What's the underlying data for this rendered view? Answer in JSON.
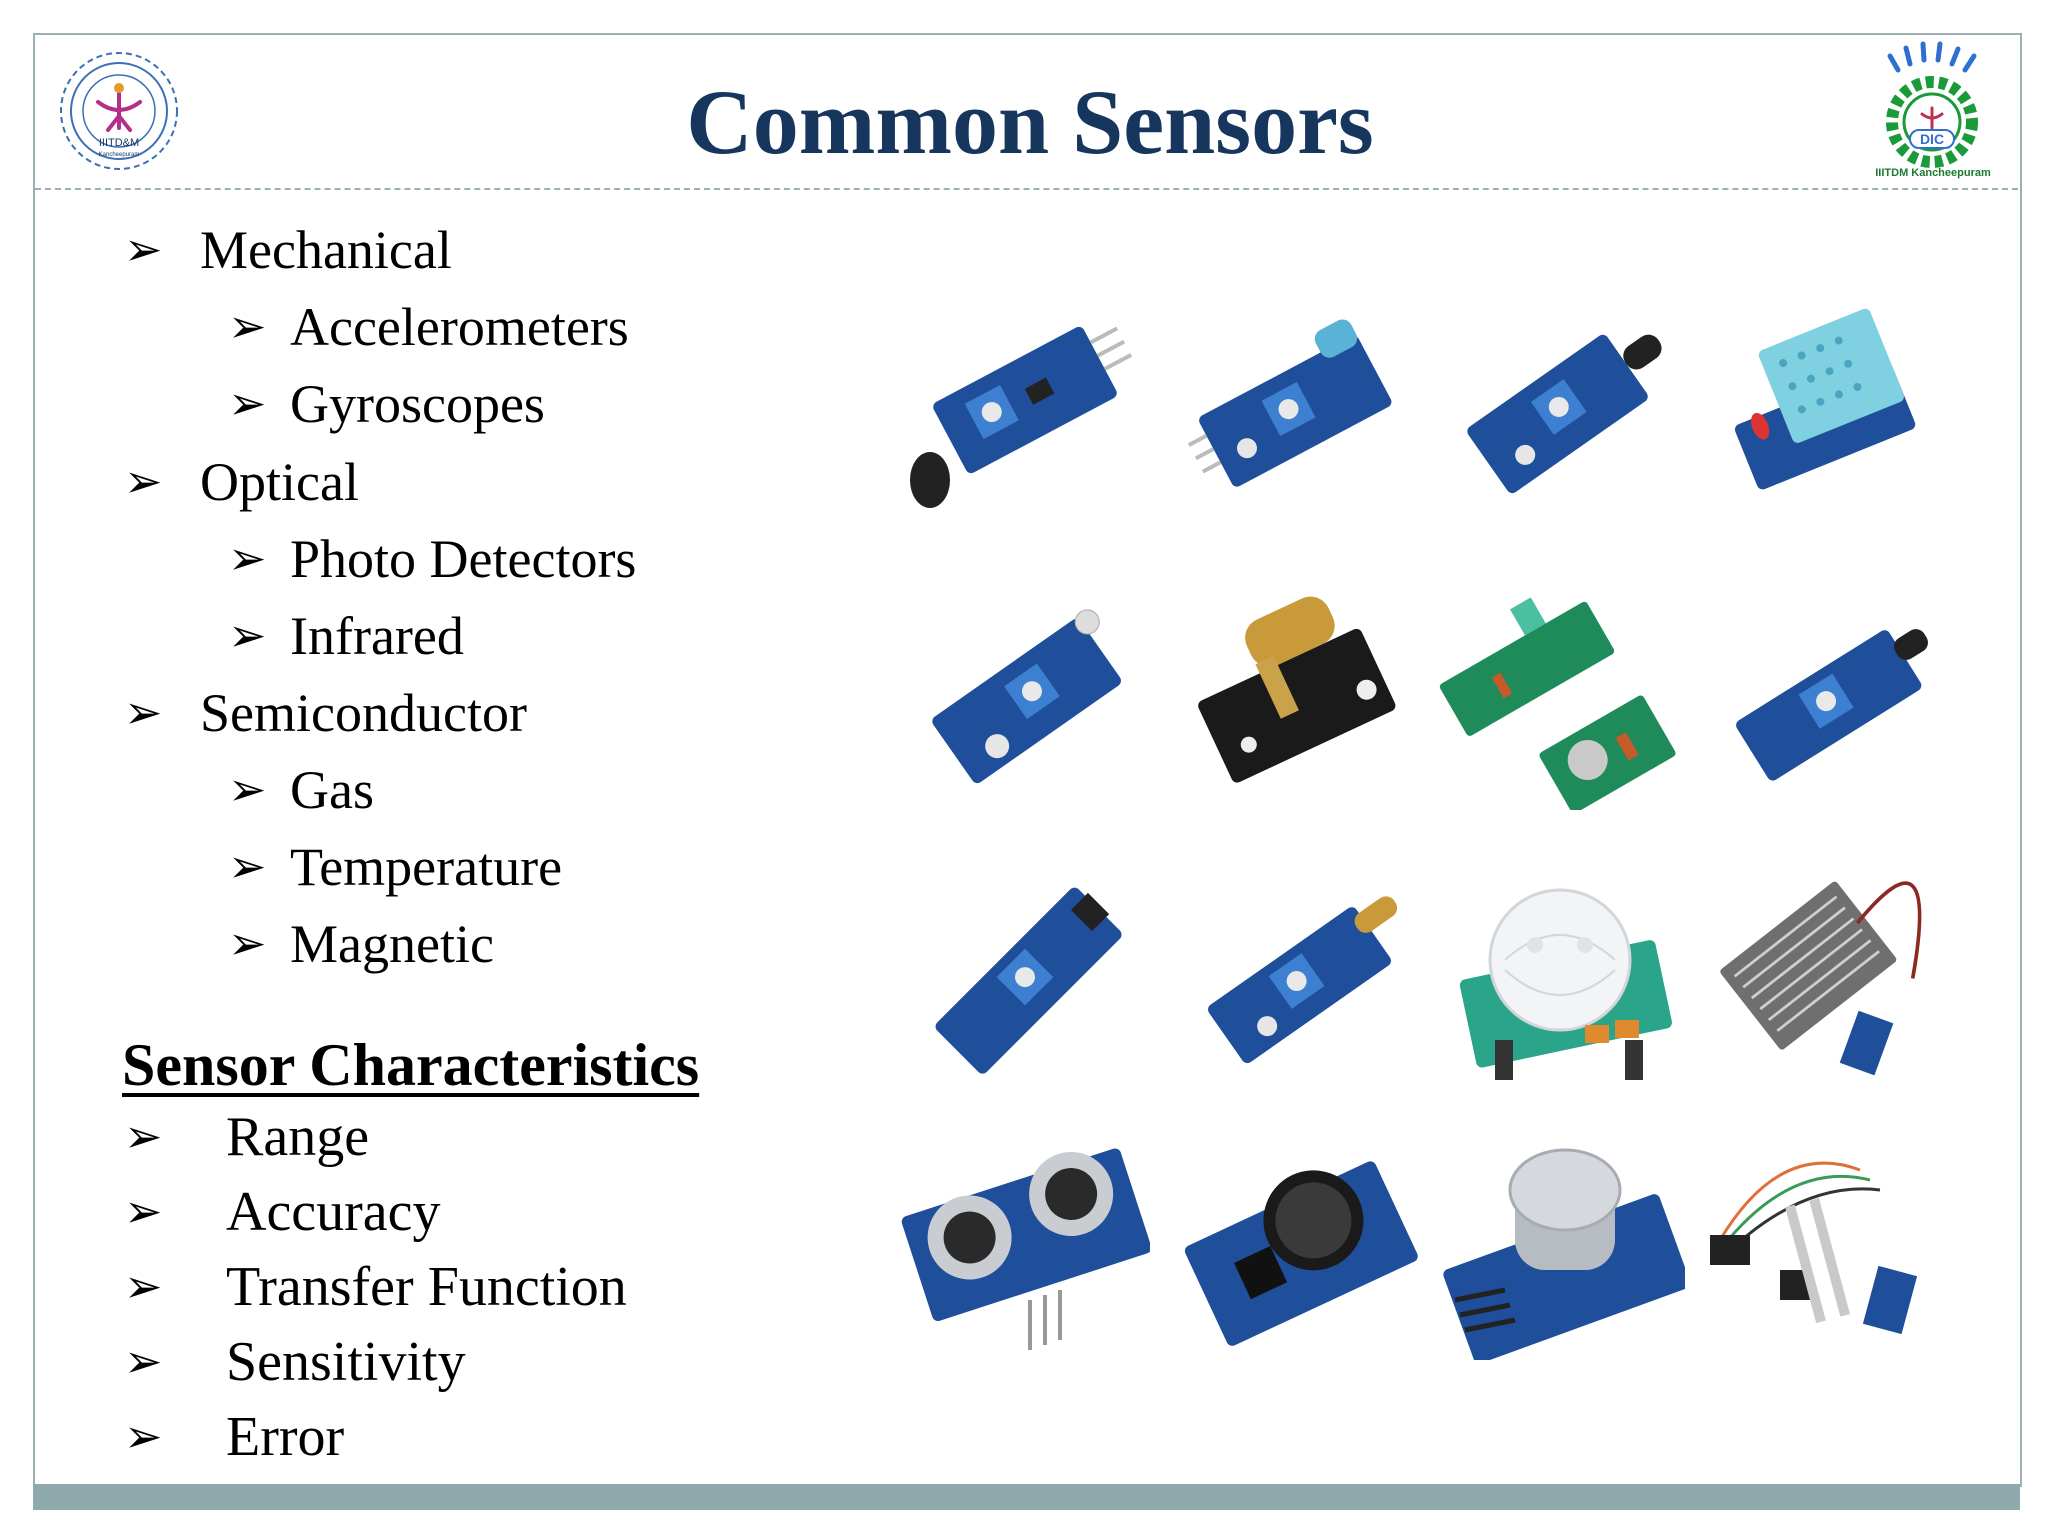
{
  "slide": {
    "title": "Common Sensors",
    "left_logo_text": "IIITD&M",
    "left_logo_subtext": "Kancheepuram",
    "right_logo_text": "DIC",
    "right_logo_subtext": "IIITDM Kancheepuram"
  },
  "colors": {
    "title": "#17365d",
    "frame": "#9ab0b3",
    "footer": "#8faaac",
    "pcb_blue": "#1f4f9a",
    "pcb_green": "#1f8a5a"
  },
  "sensor_types": [
    {
      "bullet": "➢",
      "label": "Mechanical",
      "children": [
        "Accelerometers",
        "Gyroscopes"
      ]
    },
    {
      "bullet": "➢",
      "label": "Optical",
      "children": [
        "Photo Detectors",
        "Infrared"
      ]
    },
    {
      "bullet": "➢",
      "label": "Semiconductor",
      "children": [
        "Gas",
        "Temperature",
        "Magnetic"
      ]
    }
  ],
  "characteristics": {
    "heading": "Sensor Characteristics",
    "items": [
      "Range",
      "Accuracy",
      "Transfer Function",
      "Sensitivity",
      "Error"
    ]
  },
  "sensor_modules": [
    "sound-sensor-module",
    "tilt-switch-module",
    "flame-sensor-module",
    "dht11-module",
    "photoresistor-module",
    "laser-module",
    "rf-receiver-transmitter-pair",
    "ir-sensor-module",
    "tracking-sensor-module",
    "vibration-sensor-module",
    "pir-motion-sensor",
    "rain-sensor-module",
    "ultrasonic-sensor",
    "rtc-module",
    "gas-sensor-module",
    "soil-moisture-sensor"
  ]
}
